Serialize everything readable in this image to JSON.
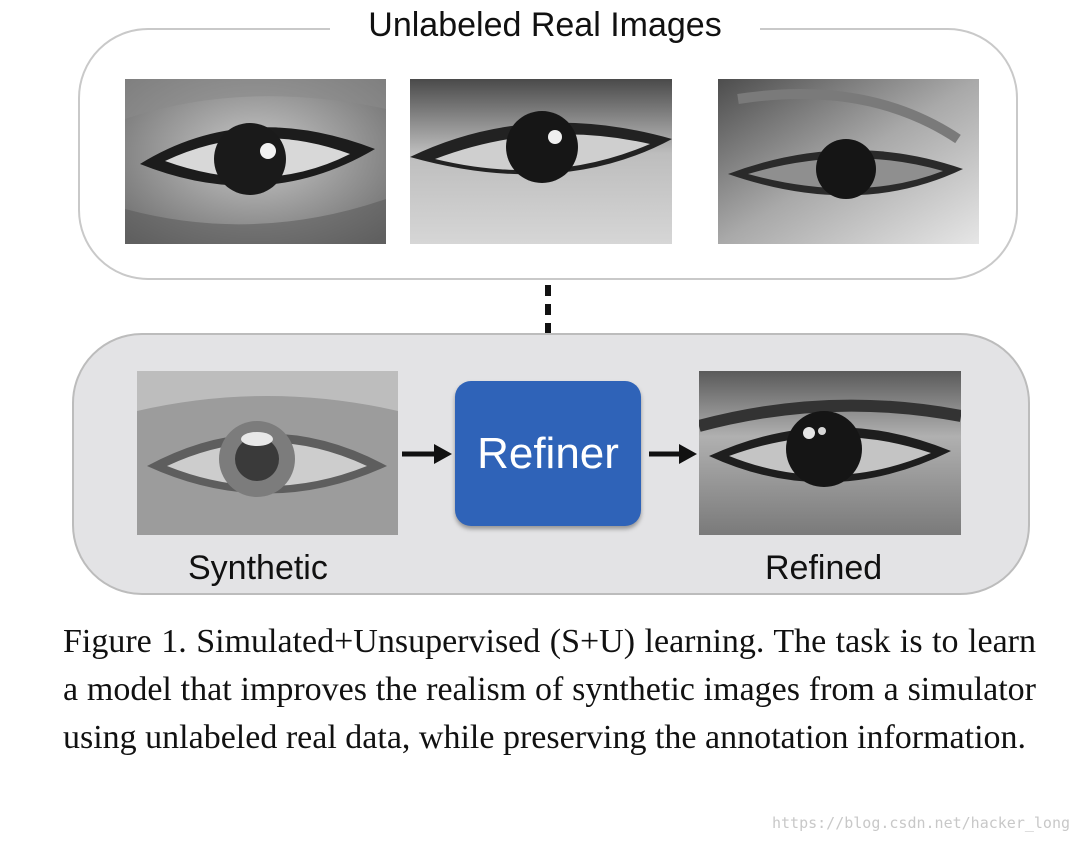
{
  "figure": {
    "top_panel_title": "Unlabeled Real Images",
    "refiner_label": "Refiner",
    "synthetic_label": "Synthetic",
    "refined_label": "Refined"
  },
  "caption": {
    "text": "Figure 1. Simulated+Unsupervised (S+U) learning. The task is to learn a model that improves the realism of synthetic images from a simulator using unlabeled real data, while preserving the annotation information."
  },
  "watermark": "https://blog.csdn.net/hacker_long",
  "colors": {
    "refiner_blue": "#2f63b8",
    "bottom_panel_grey": "#e3e3e5"
  }
}
